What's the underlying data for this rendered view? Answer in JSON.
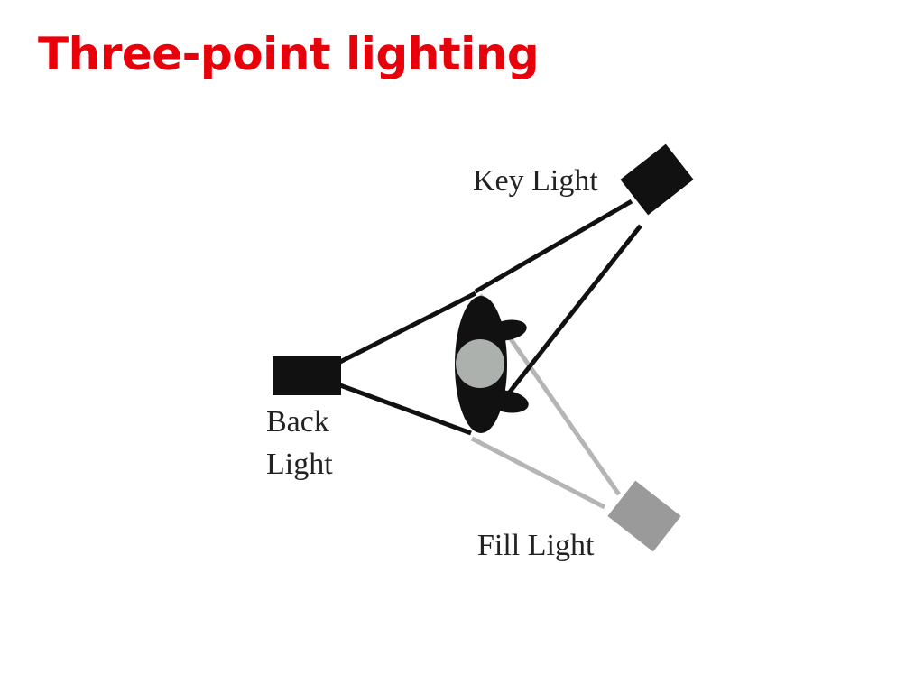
{
  "slide": {
    "title": "Three-point lighting",
    "title_color": "#e8000b"
  },
  "diagram": {
    "labels": {
      "key_light": "Key Light",
      "back_light_line1": "Back",
      "back_light_line2": "Light",
      "fill_light": "Fill Light"
    },
    "colors": {
      "dark": "#111111",
      "fill": "#9a9a9a",
      "fill_beam": "#b5b5b5",
      "subject_head": "#adb1ad",
      "text": "#222222"
    }
  }
}
